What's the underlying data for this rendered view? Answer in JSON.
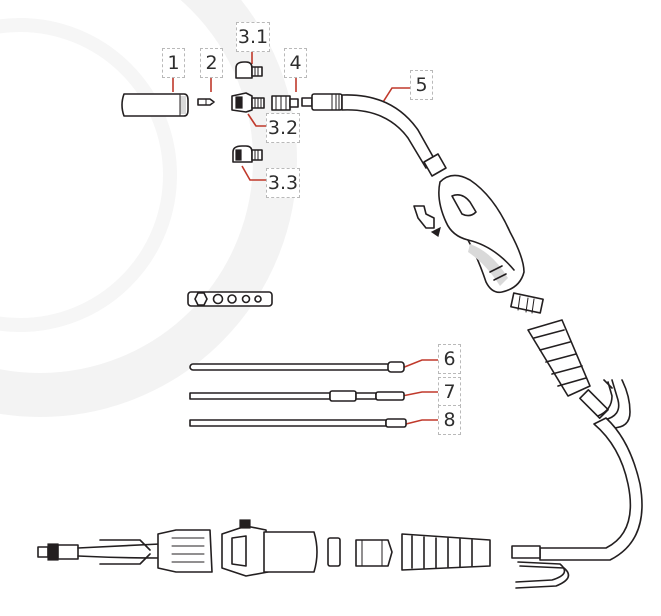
{
  "labels": {
    "l1": "1",
    "l2": "2",
    "l3_1": "3.1",
    "l3_2": "3.2",
    "l3_3": "3.3",
    "l4": "4",
    "l5": "5",
    "l6": "6",
    "l7": "7",
    "l8": "8"
  },
  "colors": {
    "leader": "#c0392b",
    "outline": "#231f20",
    "label_border": "#b9b9b9",
    "background_arc": "#f3f3f3"
  }
}
